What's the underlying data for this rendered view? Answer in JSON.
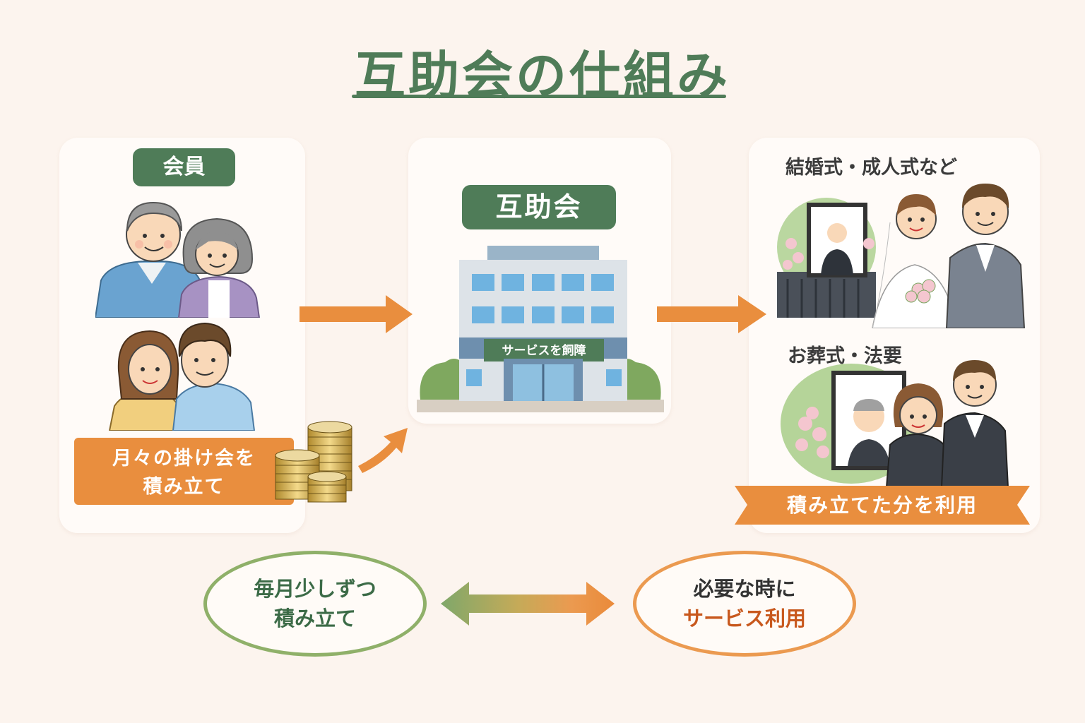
{
  "title": "互助会の仕組み",
  "members_panel": {
    "badge": "会員",
    "illustrations": [
      "elderly-couple",
      "young-couple",
      "coin-stacks"
    ],
    "contribution_line1": "月々の掛け会を",
    "contribution_line2": "積み立て"
  },
  "org_panel": {
    "badge": "互助会",
    "building_sign": "サービスを飼障"
  },
  "services_panel": {
    "wedding_label": "結婚式・成人式など",
    "funeral_label": "お葬式・法要",
    "ribbon": "積み立てた分を利用"
  },
  "bottom": {
    "left_line1": "毎月少しずつ",
    "left_line2": "積み立て",
    "right_line1": "必要な時に",
    "right_line2": "サービス利用"
  },
  "colors": {
    "background": "#fcf4ee",
    "green": "#4f7c58",
    "orange": "#e98e3e",
    "accent_red_orange": "#c8581d"
  }
}
